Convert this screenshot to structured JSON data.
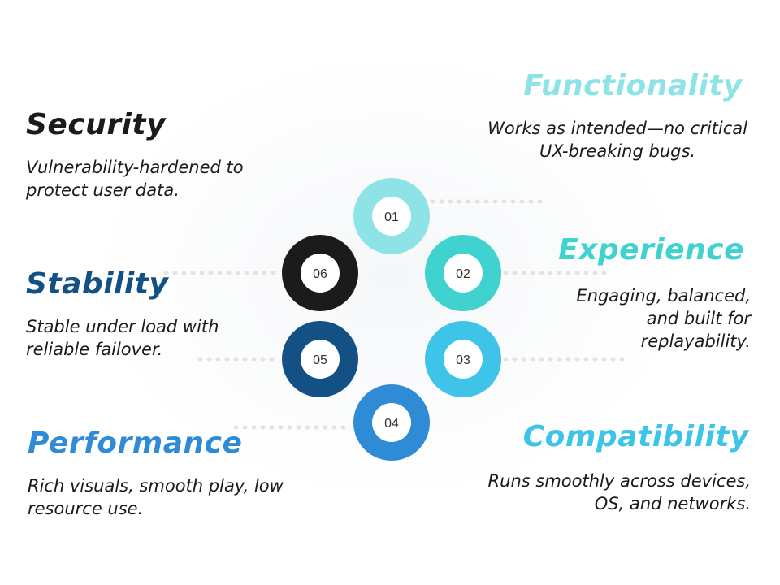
{
  "features": [
    {
      "number": "01",
      "title": "Functionality",
      "description": [
        "Works as intended—no critical",
        "UX-breaking bugs."
      ],
      "color": "#8de3e6"
    },
    {
      "number": "02",
      "title": "Experience",
      "description": [
        "Engaging, balanced,",
        "and built for",
        "replayability."
      ],
      "color": "#3fd2cf"
    },
    {
      "number": "03",
      "title": "Compatibility",
      "description": [
        "Runs smoothly across devices,",
        "OS, and networks."
      ],
      "color": "#3fc4e9"
    },
    {
      "number": "04",
      "title": "Performance",
      "description": [
        "Rich visuals, smooth play, low",
        "resource use."
      ],
      "color": "#2f8bd6"
    },
    {
      "number": "05",
      "title": "Stability",
      "description": [
        "Stable under load with",
        "reliable failover."
      ],
      "color": "#135184"
    },
    {
      "number": "06",
      "title": "Security",
      "description": [
        "Vulnerability-hardened to",
        "protect user data."
      ],
      "color": "#1b1b1b"
    }
  ]
}
